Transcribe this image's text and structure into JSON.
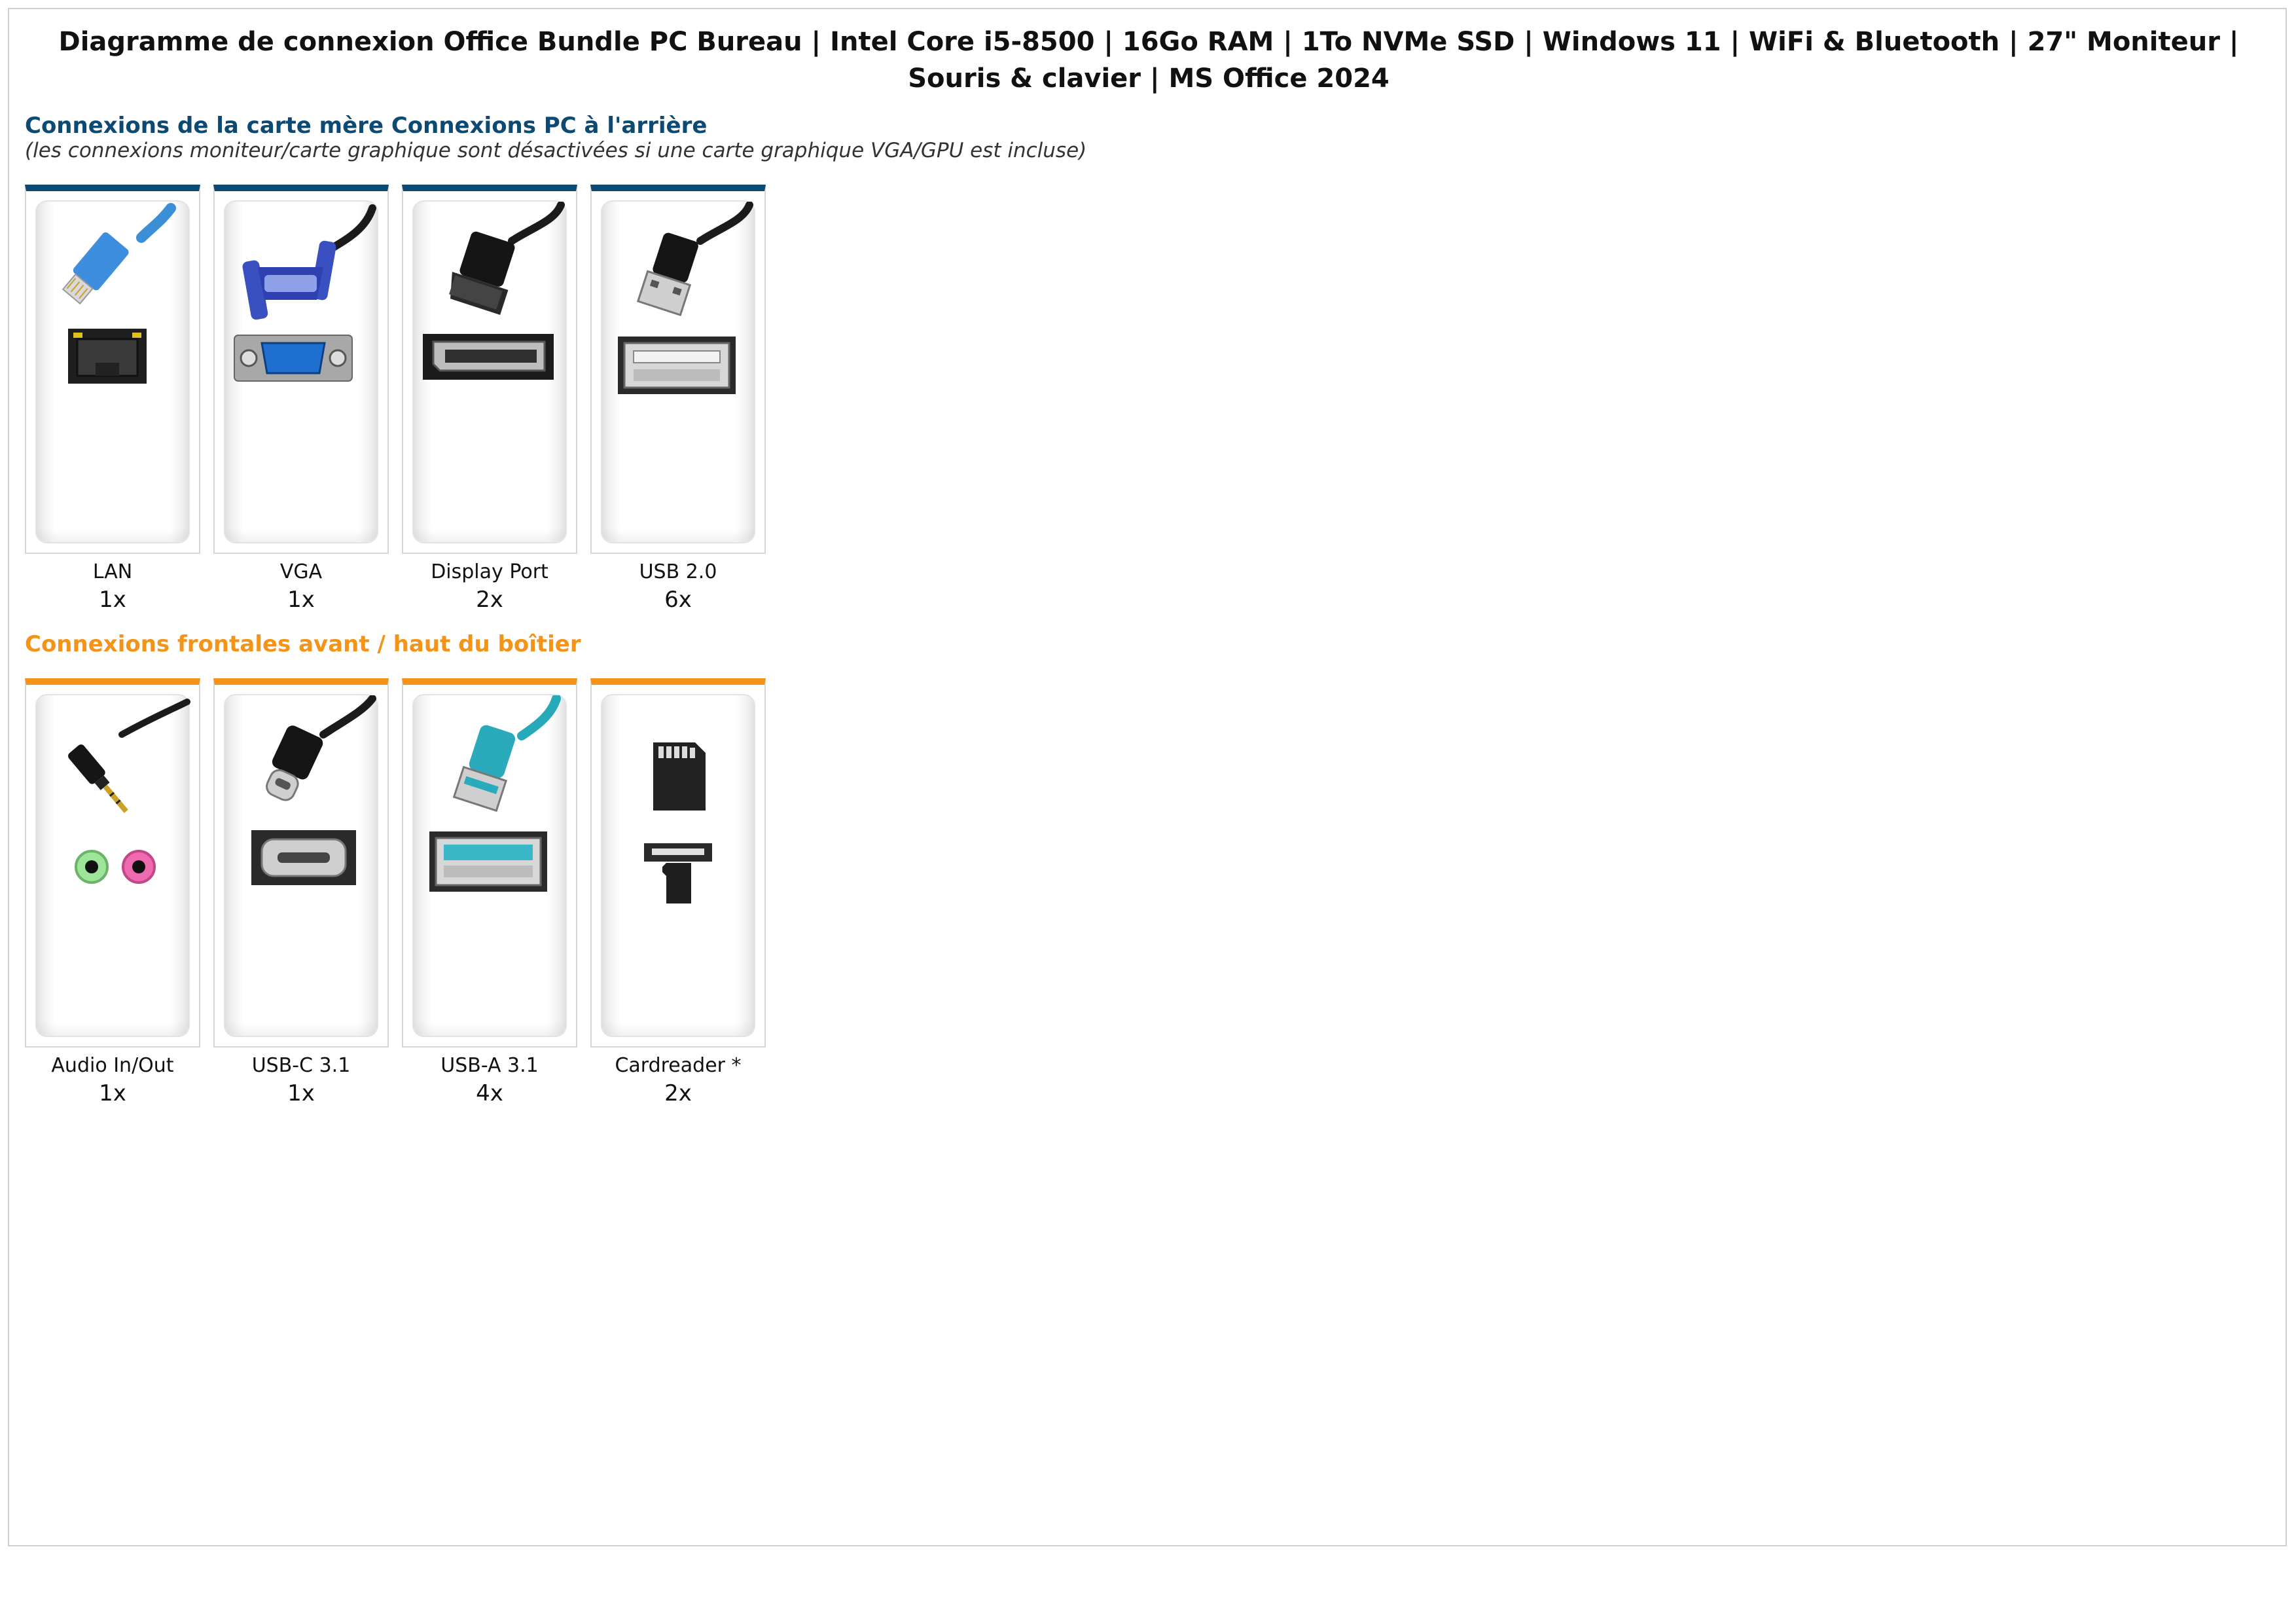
{
  "title": "Diagramme de connexion Office Bundle PC Bureau | Intel Core i5-8500 | 16Go RAM | 1To NVMe SSD | Windows 11 | WiFi & Bluetooth | 27\" Moniteur | Souris & clavier | MS Office 2024",
  "colors": {
    "rear_accent": "#0d4a73",
    "front_accent": "#f39419"
  },
  "rear": {
    "heading": "Connexions de la carte mère Connexions PC à l'arrière",
    "note": "(les connexions moniteur/carte graphique sont désactivées si une carte graphique VGA/GPU est incluse)",
    "items": [
      {
        "icon": "lan-cable-icon",
        "label": "LAN",
        "count": "1x"
      },
      {
        "icon": "vga-cable-icon",
        "label": "VGA",
        "count": "1x"
      },
      {
        "icon": "displayport-cable-icon",
        "label": "Display Port",
        "count": "2x"
      },
      {
        "icon": "usb2-cable-icon",
        "label": "USB 2.0",
        "count": "6x"
      }
    ]
  },
  "front": {
    "heading": "Connexions frontales avant / haut du boîtier",
    "items": [
      {
        "icon": "audio-jack-icon",
        "label": "Audio In/Out",
        "count": "1x"
      },
      {
        "icon": "usb-c-cable-icon",
        "label": "USB-C 3.1",
        "count": "1x"
      },
      {
        "icon": "usb-a3-cable-icon",
        "label": "USB-A 3.1",
        "count": "4x"
      },
      {
        "icon": "sd-card-icon",
        "label": "Cardreader *",
        "count": "2x"
      }
    ]
  }
}
